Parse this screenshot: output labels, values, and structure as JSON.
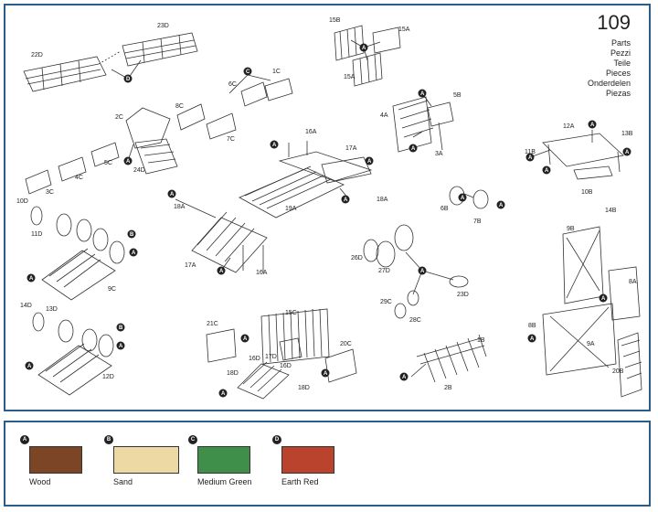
{
  "page_number": "109",
  "parts_words": [
    "Parts",
    "Pezzi",
    "Teile",
    "Pieces",
    "Onderdelen",
    "Piezas"
  ],
  "part_labels": {
    "p23D": "23D",
    "p22D": "22D",
    "p1C": "1C",
    "p6C": "6C",
    "p7C": "7C",
    "p2C": "2C",
    "p8C": "8C",
    "p4C": "4C",
    "p5C": "5C",
    "p3C": "3C",
    "p24D": "24D",
    "p15B": "15B",
    "p15A_a": "15A",
    "p15A_b": "15A",
    "p5B": "5B",
    "p4A": "4A",
    "p3A": "3A",
    "p16A_a": "16A",
    "p17A_a": "17A",
    "p18A_a": "18A",
    "p19A": "19A",
    "p18A_b": "18A",
    "p17A_b": "17A",
    "p16A_b": "16A",
    "p10D": "10D",
    "p11D": "11D",
    "p9C": "9C",
    "p14D": "14D",
    "p13D": "13D",
    "p12D": "12D",
    "p6B": "6B",
    "p7B": "7B",
    "p26D": "26D",
    "p27D": "27D",
    "p29C": "29C",
    "p28C": "28C",
    "p23D_b": "23D",
    "p21C": "21C",
    "p15C": "15C",
    "p18D_a": "18D",
    "p16D_a": "16D",
    "p17D": "17D",
    "p16D_b": "16D",
    "p20C": "20C",
    "p18D_b": "18D",
    "p1B": "1B",
    "p2B": "2B",
    "p12A": "12A",
    "p13B": "13B",
    "p11B": "11B",
    "p10B": "10B",
    "p14B": "14B",
    "p9B": "9B",
    "p8A": "8A",
    "p8B": "8B",
    "p9A": "9A",
    "p20B": "20B"
  },
  "badges": {
    "A": "A",
    "B": "B",
    "C": "C",
    "D": "D"
  },
  "legend": [
    {
      "badge": "A",
      "name": "Wood",
      "color": "#7b4526"
    },
    {
      "badge": "B",
      "name": "Sand",
      "color": "#ecd9a3"
    },
    {
      "badge": "C",
      "name": "Medium Green",
      "color": "#3f8f4a"
    },
    {
      "badge": "D",
      "name": "Earth Red",
      "color": "#b9432c"
    }
  ]
}
